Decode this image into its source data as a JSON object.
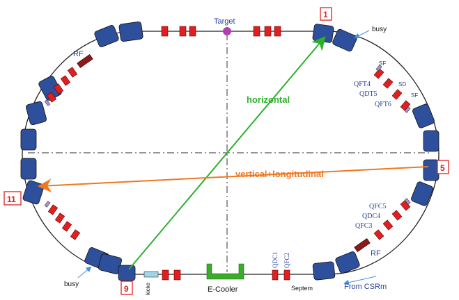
{
  "labels": {
    "target": "Target",
    "busy_top": "busy",
    "busy_bottom": "busy",
    "rf_left": "RF",
    "rf_right": "RF",
    "sf_a": "SF",
    "sd": "SD",
    "sf_b": "SF",
    "qft4": "QFT4",
    "qdt5": "QDT5",
    "qft6": "QFT6",
    "qfc5": "QFC5",
    "qdc4": "QDC4",
    "qfc3": "QFC3",
    "qdc1": "QDC1",
    "qfc2": "QFC2",
    "septem": "Septem",
    "from_csrm": "From CSRm",
    "kicker": "kicke",
    "ecooler": "E-Cooler",
    "horizontal": "horizontal",
    "vertical_longitudinal": "vertical+longitudinal"
  },
  "position_markers": {
    "p1": "1",
    "p5": "5",
    "p9": "9",
    "p11": "11"
  },
  "colors": {
    "dipole": "#2e4f9c",
    "quadrupole": "#e02020",
    "rf_cavity": "#8b1a1a",
    "target": "#b040b0",
    "ecooler": "#3aab2a",
    "horizontal_arrow": "#2bb02b",
    "vertical_arrow": "#f07820",
    "marker_border": "#e02020",
    "label_blue": "#2a3f9a"
  }
}
